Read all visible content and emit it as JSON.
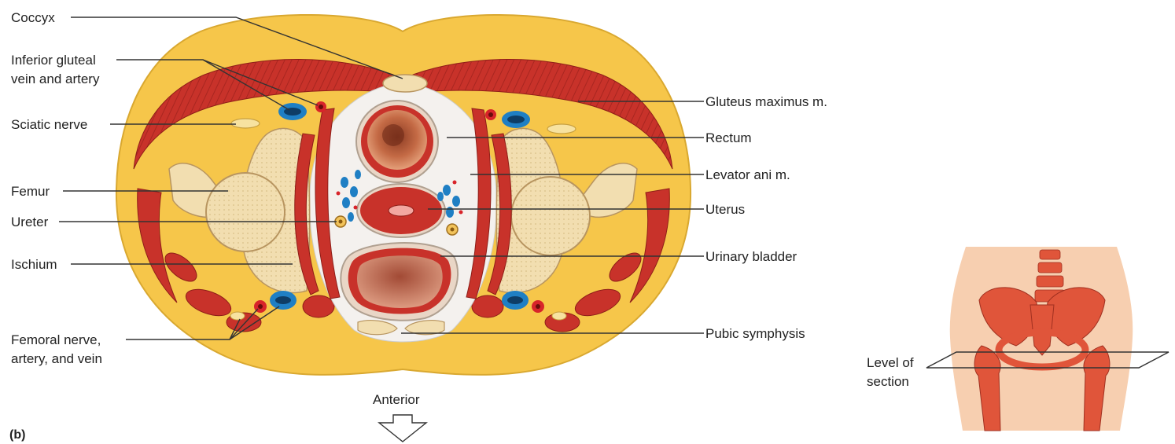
{
  "panel_label": "(b)",
  "orientation_label": "Anterior",
  "labels_left": {
    "coccyx": "Coccyx",
    "inferior_gluteal_1": "Inferior gluteal",
    "inferior_gluteal_2": "vein and artery",
    "sciatic_nerve": "Sciatic nerve",
    "femur": "Femur",
    "ureter": "Ureter",
    "ischium": "Ischium",
    "femoral_1": "Femoral nerve,",
    "femoral_2": "artery, and vein"
  },
  "labels_right": {
    "gluteus_maximus": "Gluteus maximus m.",
    "rectum": "Rectum",
    "levator_ani": "Levator ani m.",
    "uterus": "Uterus",
    "urinary_bladder": "Urinary bladder",
    "pubic_symphysis": "Pubic symphysis"
  },
  "inset": {
    "level_1": "Level of",
    "level_2": "section"
  },
  "colors": {
    "fat": "#f6c64a",
    "muscle": "#c8322a",
    "bone": "#f2deb0",
    "vein": "#1f7fc4",
    "artery": "#d8242a",
    "inset_bone": "#e0553a",
    "inset_skin": "#f7cfb0"
  }
}
